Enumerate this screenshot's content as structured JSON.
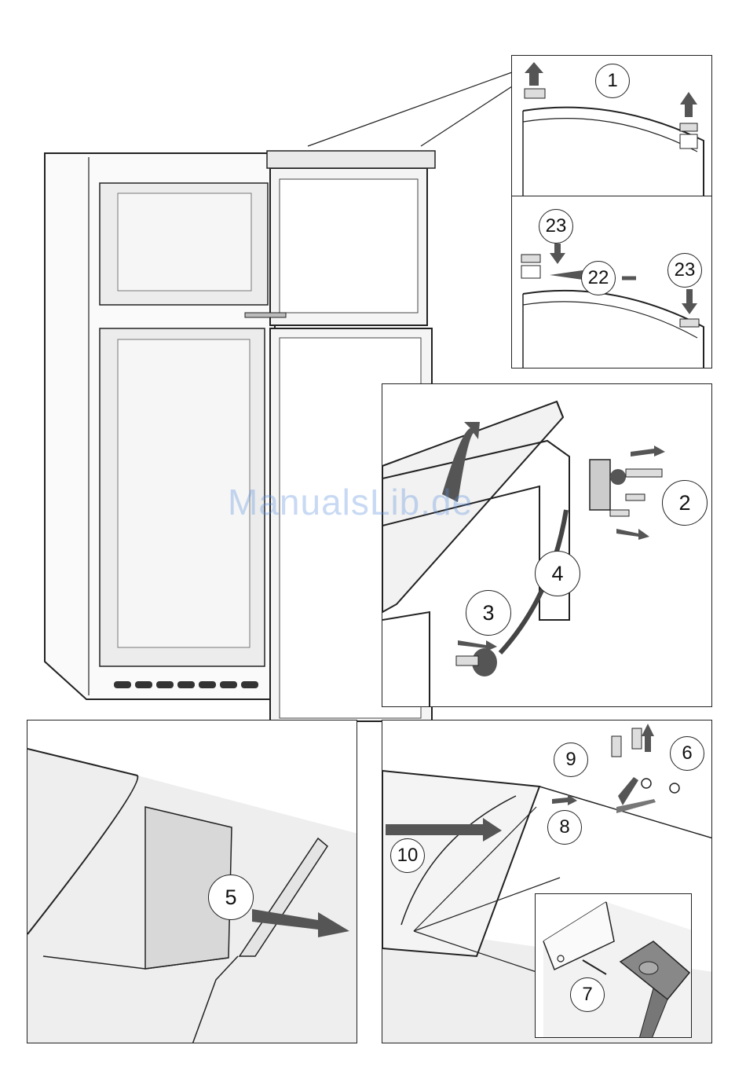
{
  "watermark": "ManualsLib.de",
  "callouts": {
    "c1": "1",
    "c2": "2",
    "c3": "3",
    "c4": "4",
    "c5": "5",
    "c6": "6",
    "c7": "7",
    "c8": "8",
    "c9": "9",
    "c10": "10",
    "c22": "22",
    "c23a": "23",
    "c23b": "23"
  },
  "colors": {
    "line": "#222222",
    "shade": "#e6e6e6",
    "dark": "#555555",
    "watermark": "#5a8fdc"
  }
}
